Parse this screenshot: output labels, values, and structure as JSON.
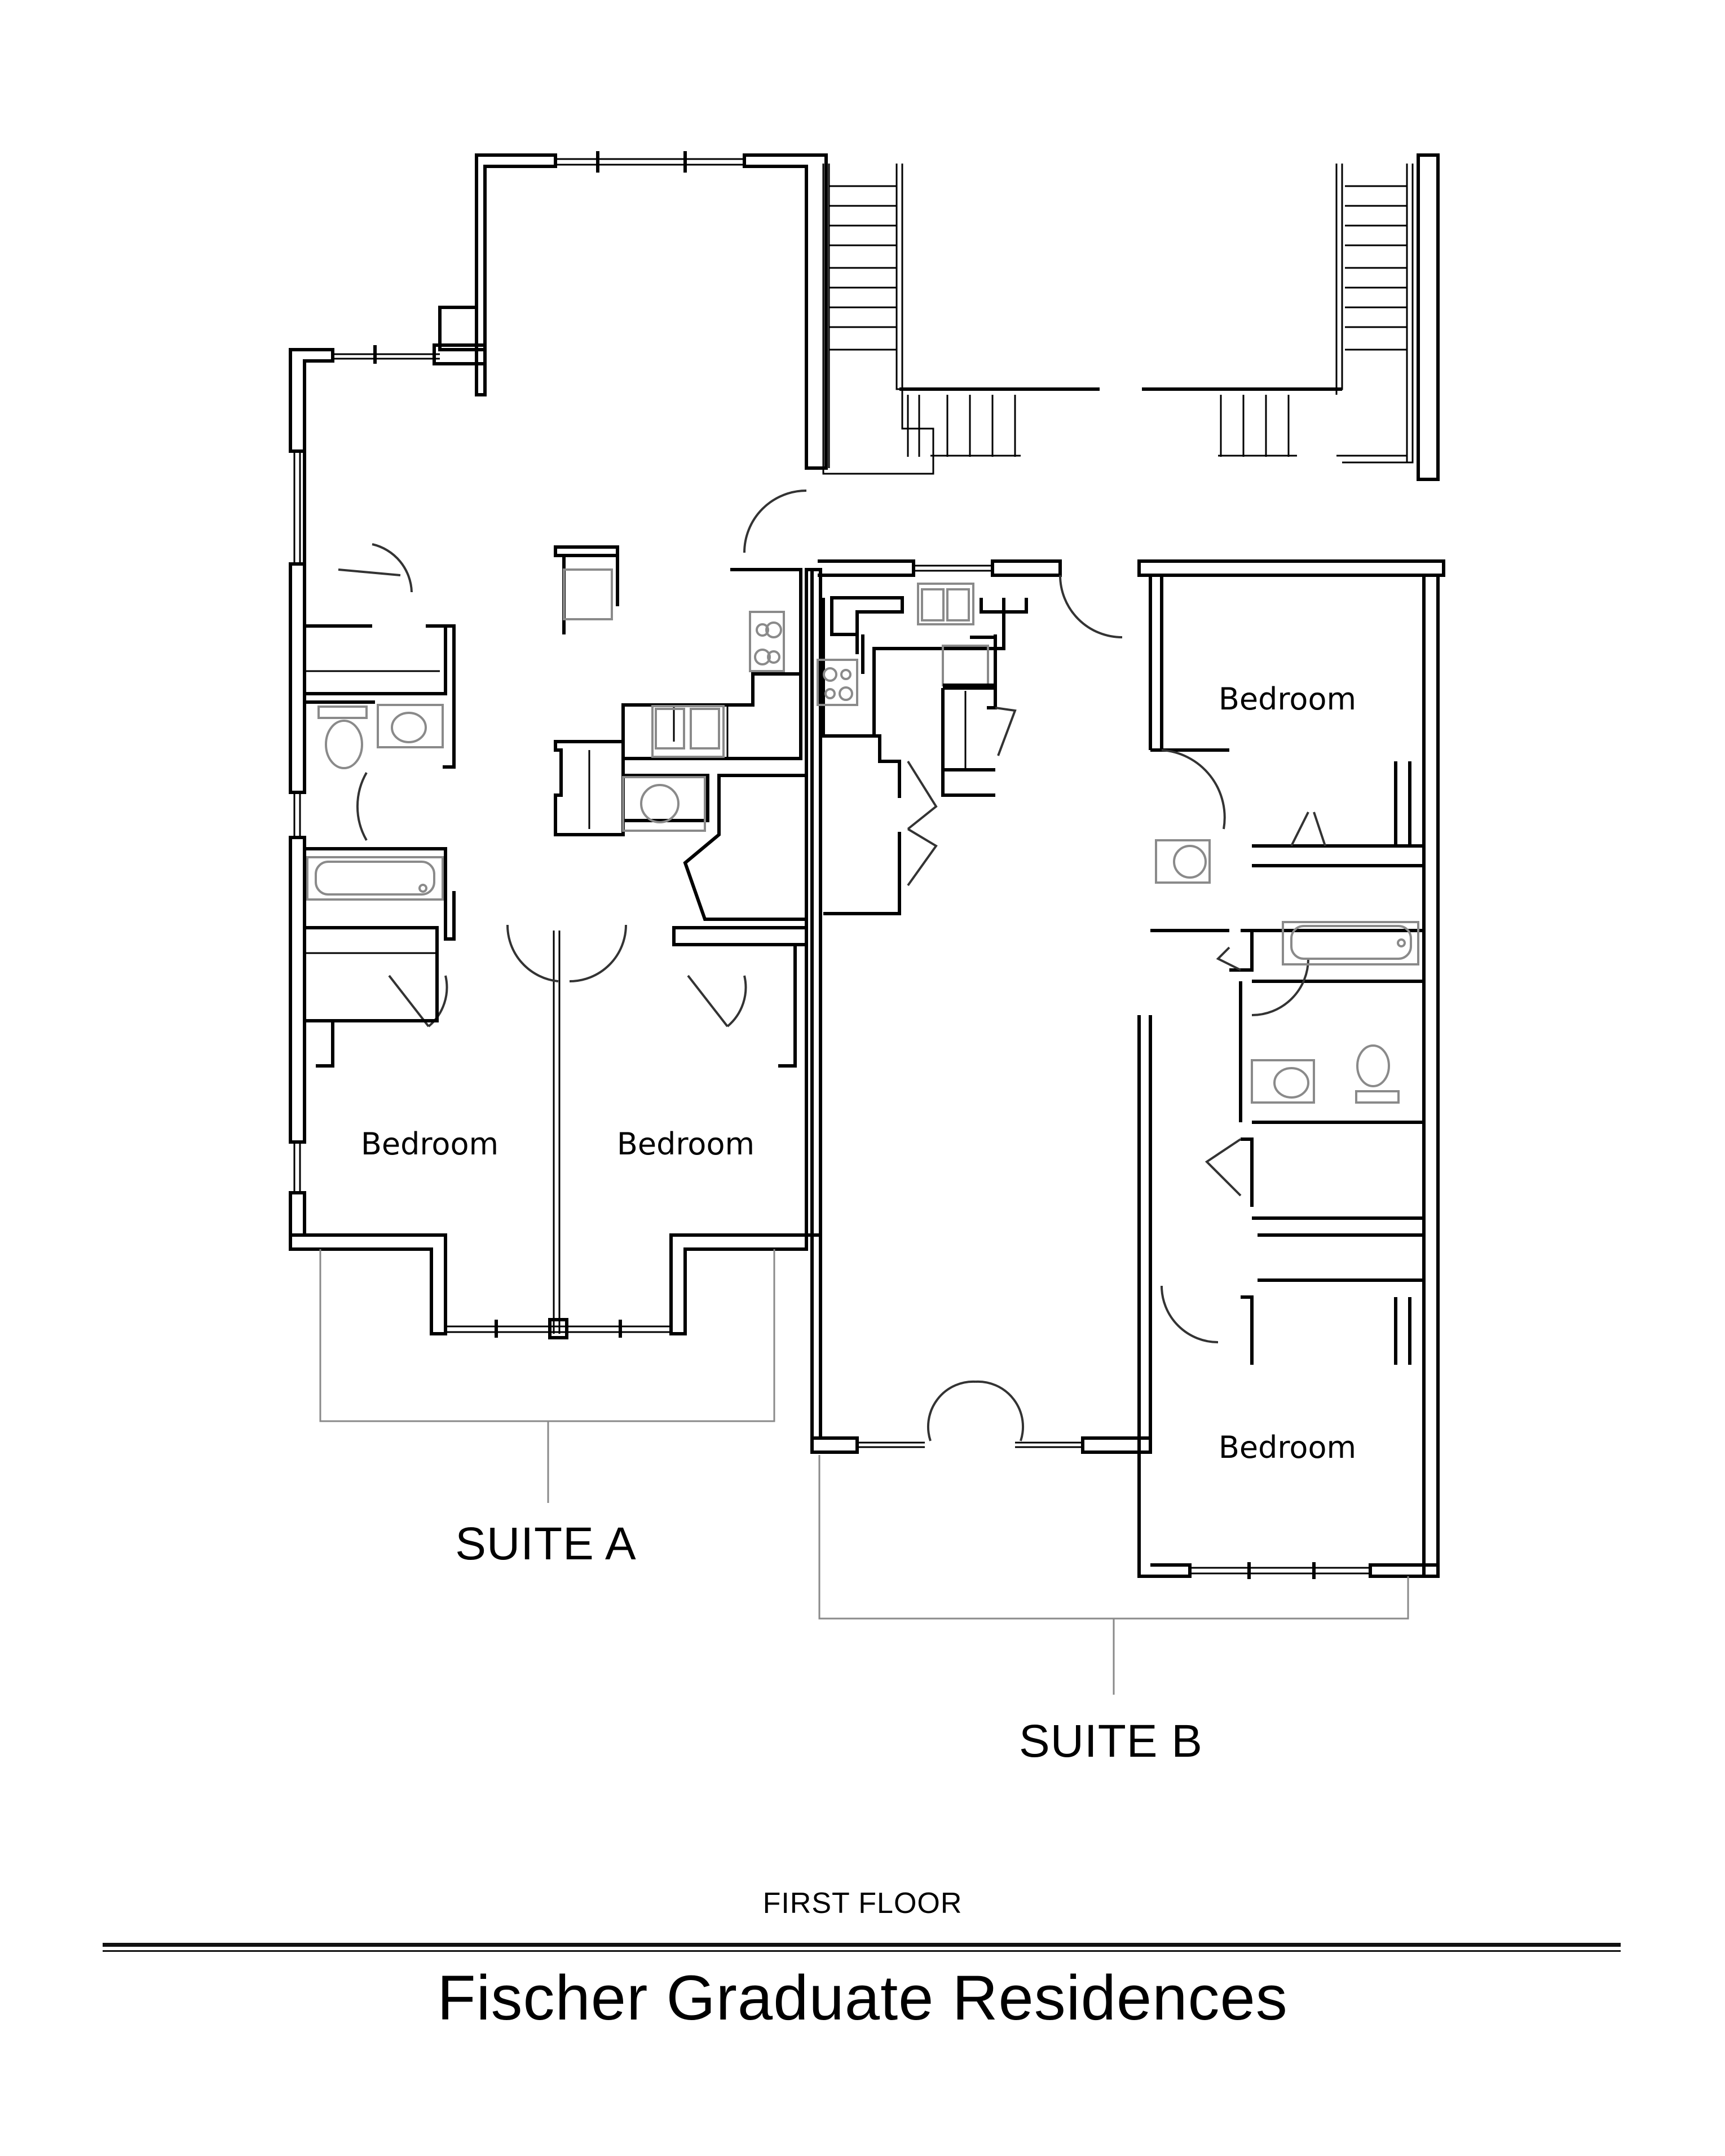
{
  "plan": {
    "building_title": "Fischer Graduate Residences",
    "floor_label": "FIRST FLOOR",
    "suites": [
      {
        "label": "SUITE A"
      },
      {
        "label": "SUITE B"
      }
    ],
    "rooms": [
      {
        "label": "Bedroom",
        "suite": "SUITE A"
      },
      {
        "label": "Bedroom",
        "suite": "SUITE A"
      },
      {
        "label": "Bedroom",
        "suite": "SUITE B"
      },
      {
        "label": "Bedroom",
        "suite": "SUITE B"
      }
    ]
  },
  "colors": {
    "walls": "#000000",
    "fixtures": "#8a8a8a",
    "leader_lines": "#8a8a8a",
    "background": "#ffffff"
  }
}
